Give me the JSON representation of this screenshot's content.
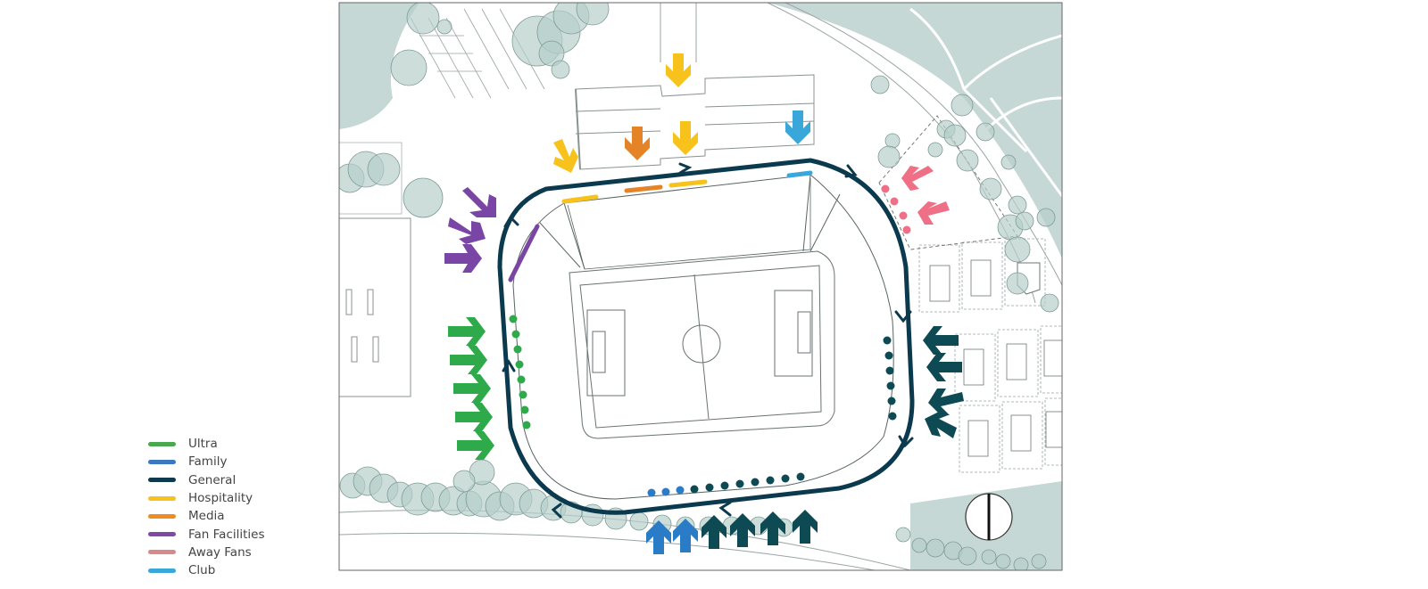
{
  "legend": {
    "items": [
      {
        "label": "Ultra",
        "color": "#4aa84f"
      },
      {
        "label": "Family",
        "color": "#3a78c2"
      },
      {
        "label": "General",
        "color": "#0e3b4c"
      },
      {
        "label": "Hospitality",
        "color": "#f6c21f"
      },
      {
        "label": "Media",
        "color": "#ee8c22"
      },
      {
        "label": "Fan Facilities",
        "color": "#7f4aa6"
      },
      {
        "label": "Away Fans",
        "color": "#d88a8a"
      },
      {
        "label": "Club",
        "color": "#3aa7db"
      }
    ]
  },
  "colors": {
    "ultra_arrow": "#2eaa4a",
    "family_arrow": "#2b7cc6",
    "general_arrow": "#0f4a54",
    "hospitality_arrow": "#f7c21c",
    "media_arrow": "#e58426",
    "fan_facilities_arrow": "#7a46a6",
    "away_arrow": "#ee6f86",
    "club_arrow": "#3aa7db",
    "circulation_ring": "#0b3a4e",
    "landscape": "#c6d8d5",
    "tree_fill": "#b6cfcb"
  }
}
